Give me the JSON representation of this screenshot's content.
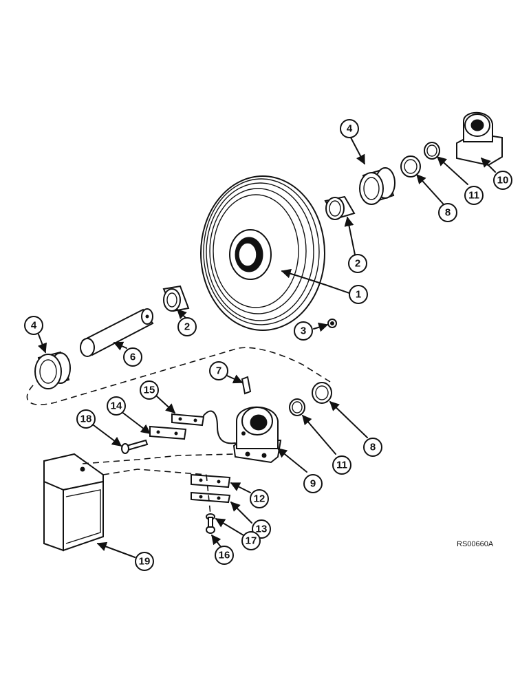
{
  "callouts": [
    "1",
    "2",
    "2",
    "3",
    "4",
    "4",
    "6",
    "7",
    "8",
    "8",
    "9",
    "10",
    "11",
    "11",
    "12",
    "13",
    "14",
    "15",
    "16",
    "17",
    "18",
    "19"
  ],
  "drawing_ref": "RS00660A"
}
